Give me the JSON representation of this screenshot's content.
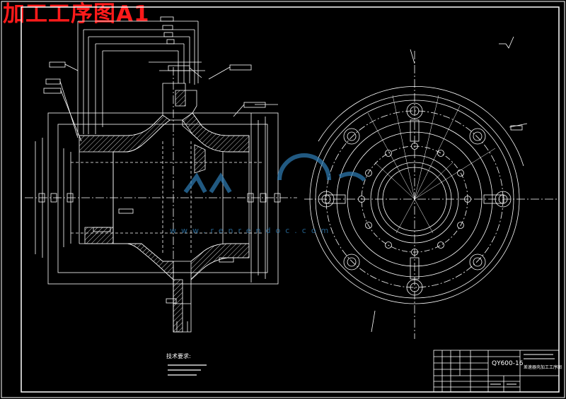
{
  "title": "加工工序图A1",
  "part_number": "QY600-16",
  "drawing_name": "差速器壳加工工序图",
  "tech_requirements": "技术要求:",
  "watermark": "www.renrendoc.com",
  "colors": {
    "background": "#000000",
    "lines": "#ffffff",
    "hatch": "#c8c8c8",
    "title_text": "#ff1a1a",
    "watermark": "#2f7fb8"
  },
  "icons": [
    "roughness-symbol-icon",
    "watermark-logo-icon"
  ]
}
